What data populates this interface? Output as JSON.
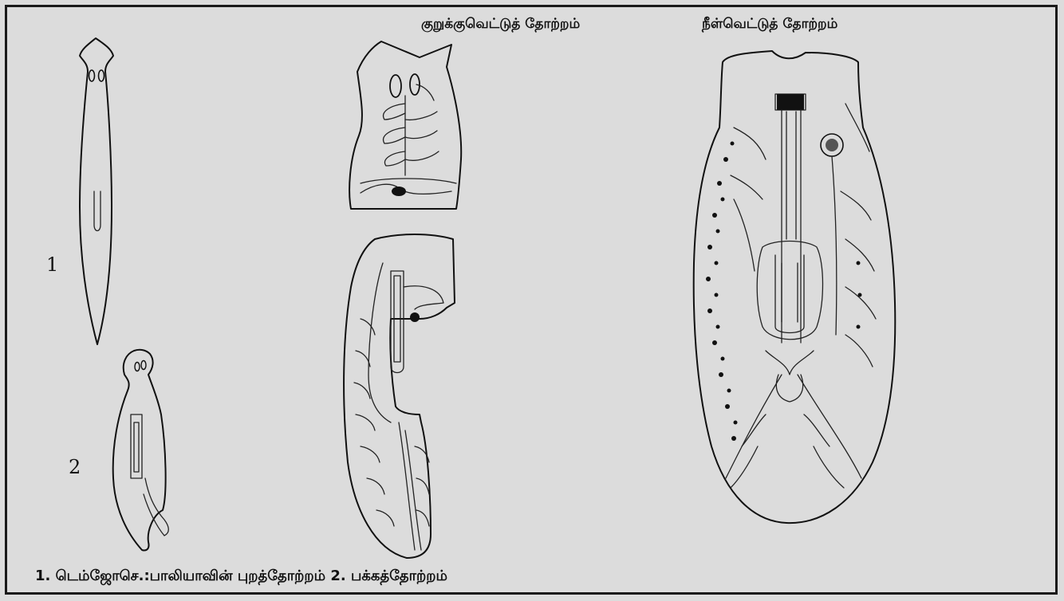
{
  "figure": {
    "labels": {
      "cross_section": "குறுக்குவெட்டுத் தோற்றம்",
      "longitudinal_section": "நீள்வெட்டுத் தோற்றம்",
      "fig1_number": "1",
      "fig2_number": "2"
    },
    "caption": "1. டெம்ஜோசெ.:பாலியாவின் புறத்தோற்றம்   2. பக்கத்தோற்றம்",
    "colors": {
      "background": "#dcdcdc",
      "ink": "#111111",
      "frame": "#1a1a1a"
    }
  }
}
